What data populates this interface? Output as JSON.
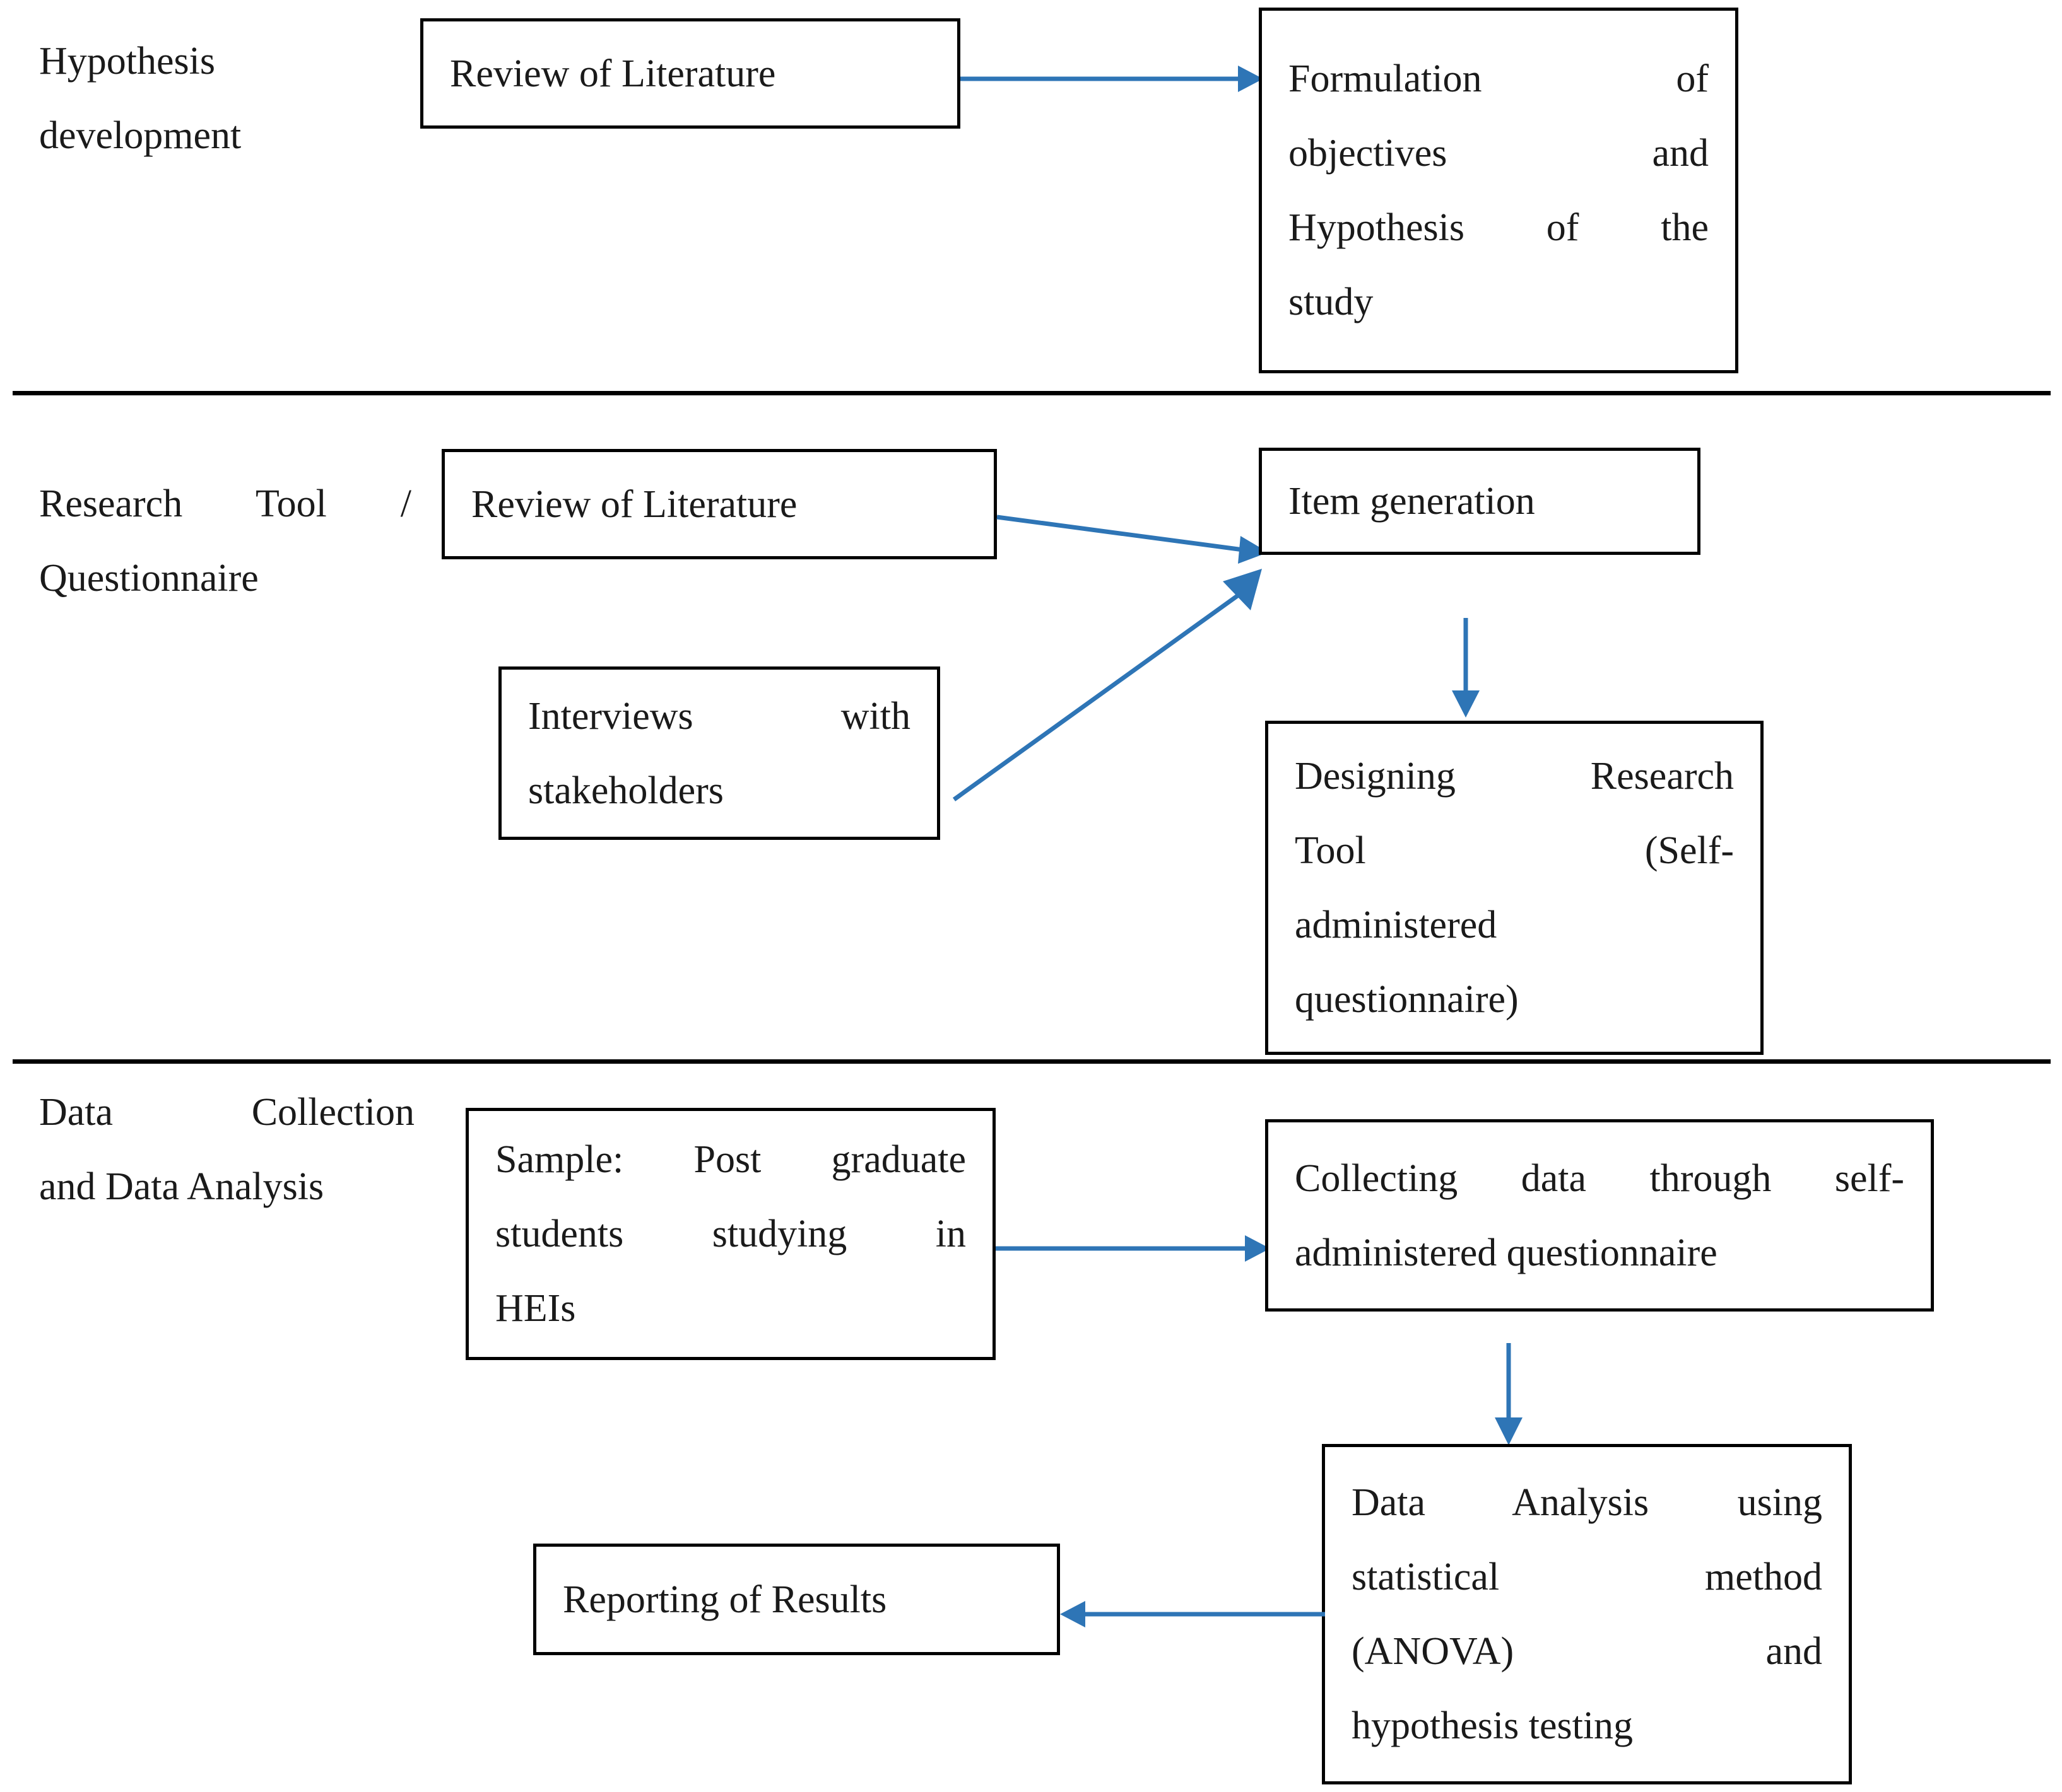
{
  "figure": {
    "type": "flowchart",
    "orientation": "three-stage research methodology",
    "accent_color": "#2E75B6",
    "border_color": "#000000",
    "background": "#ffffff"
  },
  "stages": [
    {
      "id": "hypothesis-development",
      "label_lines": [
        "Hypothesis",
        "development"
      ],
      "label": "Hypothesis development"
    },
    {
      "id": "research-tool-questionnaire",
      "label_lines": [
        "Research Tool /",
        "Questionnaire"
      ],
      "label": "Research Tool / Questionnaire"
    },
    {
      "id": "data-collection-and-analysis",
      "label_lines": [
        "Data Collection",
        "and Data Analysis"
      ],
      "label": "Data Collection and Data Analysis"
    }
  ],
  "nodes": {
    "review_of_literature_1": {
      "lines": [
        "Review of Literature"
      ],
      "text": "Review of Literature"
    },
    "formulation_objectives": {
      "lines": [
        "Formulation of",
        "objectives and",
        "Hypothesis of the",
        "study"
      ],
      "text": "Formulation of objectives and Hypothesis of the study"
    },
    "review_of_literature_2": {
      "lines": [
        "Review of Literature"
      ],
      "text": "Review of Literature"
    },
    "interviews_stakeholders": {
      "lines": [
        "Interviews with",
        "stakeholders"
      ],
      "text": "Interviews with stakeholders"
    },
    "item_generation": {
      "lines": [
        "Item generation"
      ],
      "text": "Item generation"
    },
    "designing_research_tool": {
      "lines": [
        "Designing Research",
        "Tool (Self-",
        "administered",
        "questionnaire)"
      ],
      "text": "Designing Research Tool (Self-administered questionnaire)"
    },
    "sample_post_graduate": {
      "lines": [
        "Sample: Post graduate",
        "students studying in",
        "HEIs"
      ],
      "text": "Sample: Post graduate students studying in HEIs"
    },
    "collecting_data": {
      "lines": [
        "Collecting data through self-",
        "administered questionnaire"
      ],
      "text": "Collecting data through self-administered questionnaire"
    },
    "data_analysis": {
      "lines": [
        "Data Analysis using",
        "statistical method",
        "(ANOVA) and",
        "hypothesis testing"
      ],
      "text": "Data Analysis using statistical method (ANOVA) and hypothesis testing"
    },
    "reporting_results": {
      "lines": [
        "Reporting of Results"
      ],
      "text": "Reporting of Results"
    }
  },
  "connections": [
    {
      "from": "review_of_literature_1",
      "to": "formulation_objectives",
      "direction": "right"
    },
    {
      "from": "review_of_literature_2",
      "to": "item_generation",
      "direction": "right"
    },
    {
      "from": "interviews_stakeholders",
      "to": "item_generation",
      "direction": "diagonal-up-right"
    },
    {
      "from": "item_generation",
      "to": "designing_research_tool",
      "direction": "down"
    },
    {
      "from": "sample_post_graduate",
      "to": "collecting_data",
      "direction": "right"
    },
    {
      "from": "collecting_data",
      "to": "data_analysis",
      "direction": "down"
    },
    {
      "from": "data_analysis",
      "to": "reporting_results",
      "direction": "left"
    }
  ]
}
